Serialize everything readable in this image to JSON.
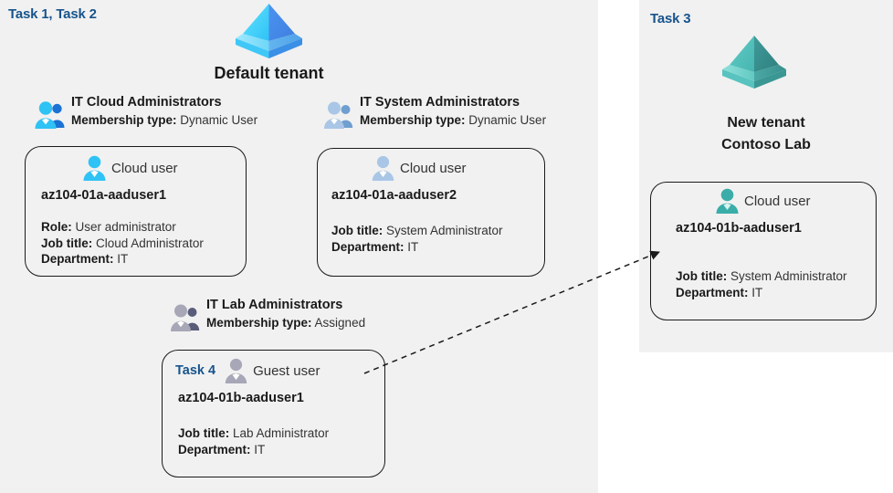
{
  "panels": {
    "left": {
      "task_label": "Task 1, Task 2"
    },
    "right": {
      "task_label": "Task 3"
    }
  },
  "tenants": {
    "default": {
      "icon": "azure-ad-tenant-icon",
      "caption": "Default tenant",
      "color": "#3fa9f5"
    },
    "new": {
      "icon": "azure-ad-tenant-icon",
      "caption_line1": "New  tenant",
      "caption_line2": "Contoso Lab",
      "color": "#3aada8"
    }
  },
  "groups": [
    {
      "id": "cloud-admins",
      "icon": "group-users-icon",
      "name": "IT Cloud Administrators",
      "membership_label": "Membership type:",
      "membership_value": "Dynamic User"
    },
    {
      "id": "system-admins",
      "icon": "group-users-icon",
      "name": "IT System Administrators",
      "membership_label": "Membership type:",
      "membership_value": "Dynamic User"
    },
    {
      "id": "lab-admins",
      "icon": "group-users-icon",
      "name": "IT Lab Administrators",
      "membership_label": "Membership type:",
      "membership_value": "Assigned"
    }
  ],
  "users": [
    {
      "id": "aaduser1",
      "task": "",
      "type_icon": "cloud-user-icon",
      "type_label": "Cloud user",
      "upn": "az104-01a-aaduser1",
      "attrs": [
        {
          "label": "Role:",
          "value": "User administrator"
        },
        {
          "label": "Job title:",
          "value": "Cloud Administrator"
        },
        {
          "label": "Department:",
          "value": "IT"
        }
      ]
    },
    {
      "id": "aaduser2",
      "task": "",
      "type_icon": "cloud-user-icon",
      "type_label": "Cloud user",
      "upn": "az104-01a-aaduser2",
      "attrs": [
        {
          "label": "Job title:",
          "value": "System Administrator"
        },
        {
          "label": "Department:",
          "value": "IT"
        }
      ]
    },
    {
      "id": "guest",
      "task": "Task 4",
      "type_icon": "guest-user-icon",
      "type_label": "Guest user",
      "upn": "az104-01b-aaduser1",
      "attrs": [
        {
          "label": "Job title:",
          "value": "Lab Administrator"
        },
        {
          "label": "Department:",
          "value": "IT"
        }
      ]
    },
    {
      "id": "b-aaduser1",
      "task": "",
      "type_icon": "cloud-user-icon",
      "type_label": "Cloud user",
      "upn": "az104-01b-aaduser1",
      "attrs": [
        {
          "label": "Job title:",
          "value": "System Administrator"
        },
        {
          "label": "Department:",
          "value": "IT"
        }
      ]
    }
  ],
  "connector": {
    "name": "guest-invite-arrow",
    "style": "dashed-arrow",
    "from": "guest-user-card",
    "to": "new-tenant-cloud-user-card"
  },
  "colors": {
    "task_blue": "#17548c",
    "panel_bg": "#f1f1f1",
    "stroke": "#1a1a1a"
  }
}
